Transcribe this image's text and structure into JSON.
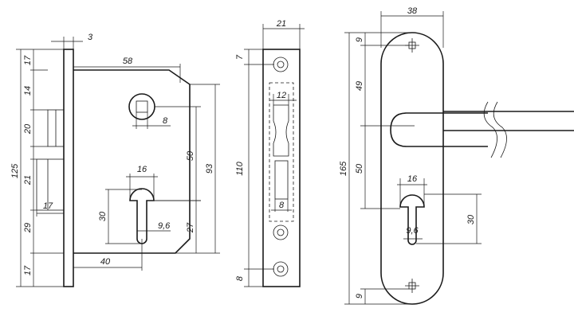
{
  "dimensions": {
    "lock_body": {
      "faceplate_thickness": "3",
      "overall_height": "125",
      "segment_top": "17",
      "segment_upper_mid": "14",
      "segment_latch": "20",
      "segment_gap": "21",
      "segment_bolt": "29",
      "segment_bottom": "17",
      "backset_latch_width": "58",
      "spindle_square": "8",
      "center_distance": "50",
      "case_height": "93",
      "cylinder_width": "16",
      "cylinder_height": "30",
      "cylinder_slot": "9,6",
      "cylinder_to_bottom": "27",
      "backset": "40",
      "bolt_projection": "17"
    },
    "faceplate": {
      "width": "21",
      "top_offset": "7",
      "latch_window": "12",
      "length": "110",
      "bolt_window": "8",
      "bottom_offset": "8"
    },
    "handle_plate": {
      "width": "38",
      "top_screw": "9",
      "to_handle": "49",
      "total_height": "165",
      "handle_to_cylinder": "50",
      "cylinder_width": "16",
      "cylinder_height": "30",
      "cylinder_slot": "9,6",
      "bottom_screw": "9"
    }
  }
}
